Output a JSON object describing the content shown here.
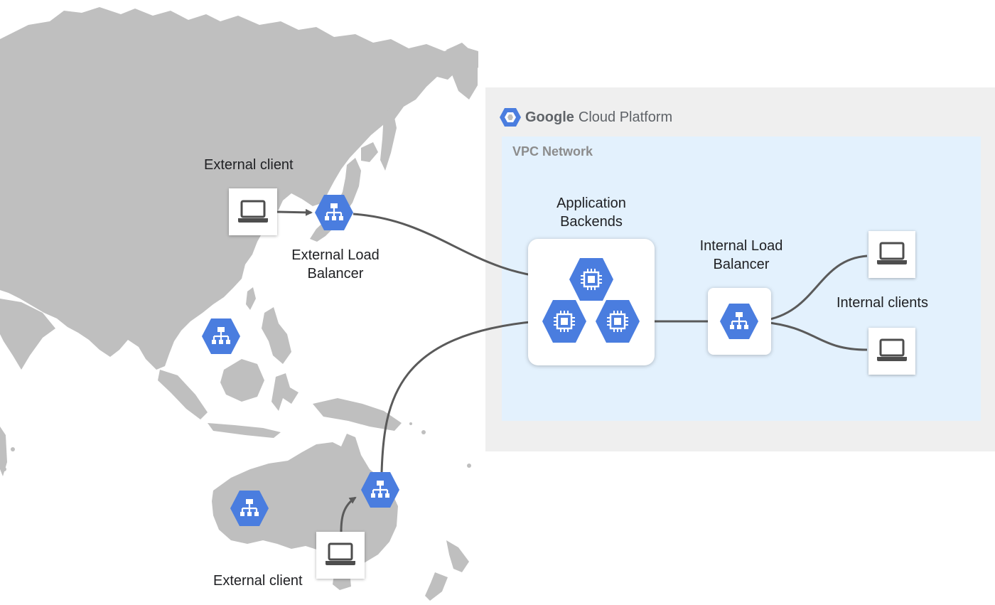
{
  "platform": {
    "brand_word": "Google",
    "brand_rest": "Cloud Platform",
    "network_label": "VPC Network"
  },
  "nodes": {
    "external_client_top": {
      "label": "External client"
    },
    "external_client_bottom": {
      "label": "External client"
    },
    "external_lb": {
      "label_line1": "External Load",
      "label_line2": "Balancer"
    },
    "app_backends": {
      "label_line1": "Application",
      "label_line2": "Backends"
    },
    "internal_lb": {
      "label_line1": "Internal Load",
      "label_line2": "Balancer"
    },
    "internal_clients": {
      "label": "Internal clients"
    }
  },
  "icons": {
    "client": "laptop-icon",
    "load_balancer": "load-balancer-icon",
    "backend": "compute-engine-icon",
    "gcp_logo": "google-cloud-logo"
  },
  "colors": {
    "map_land": "#bfbfbf",
    "gcp_panel": "#efefef",
    "vpc_panel": "#e3f1fd",
    "gcp_blue": "#4a7ddf",
    "arrow": "#5a5a5a"
  }
}
